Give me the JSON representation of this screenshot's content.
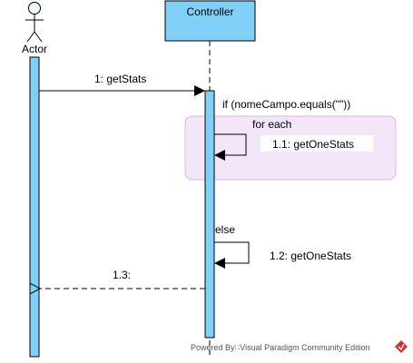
{
  "diagram": {
    "type": "sequence",
    "lifelines": {
      "actor": {
        "name": "Actor"
      },
      "controller": {
        "name": "Controller"
      }
    },
    "messages": {
      "m1": {
        "label": "1: getStats"
      },
      "m11": {
        "label": "1.1: getOneStats"
      },
      "m12": {
        "label": "1.2: getOneStats"
      },
      "m13": {
        "label": "1.3:"
      }
    },
    "fragment": {
      "if_condition": "if (nomeCampo.equals(\"\"))",
      "loop_label": "for each",
      "else_label": "else"
    },
    "watermark": {
      "text": "Powered By∷Visual Paradigm Community Edition"
    },
    "colors": {
      "lifeline_fill": "#80D0F8",
      "actor_fill": "#F0F8FF",
      "fragment_fill": "#F3E6F8",
      "fragment_stroke": "#D8B4E8",
      "line": "#000000",
      "watermark_logo": "#D9302C"
    },
    "icons": {
      "actor": "stick-figure-icon",
      "watermark": "visual-paradigm-logo-icon"
    }
  }
}
